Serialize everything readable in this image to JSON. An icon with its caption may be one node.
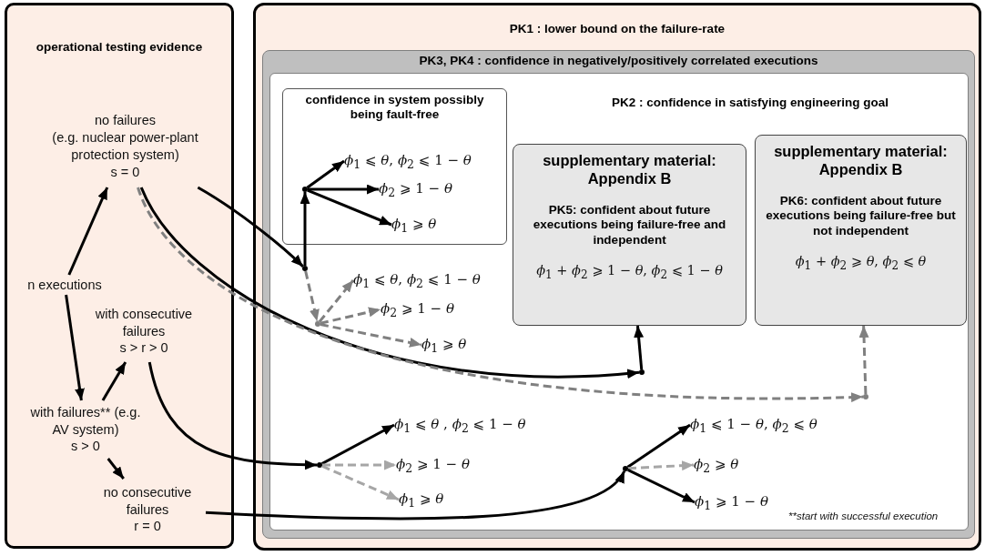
{
  "diagram": {
    "nodes": [
      {
        "text": [
          "operational testing evidence"
        ]
      },
      {
        "text": [
          "no failures",
          "(e.g. nuclear power-plant protection system)",
          "s = 0"
        ],
        "in": 0
      },
      {
        "text": [
          "n executions"
        ],
        "in": 0
      },
      {
        "text": [
          "with consecutive failures",
          "s > r > 0"
        ],
        "in": 0
      },
      {
        "text": [
          "with failures** (e.g. AV system)",
          "s > 0"
        ],
        "in": 0
      },
      {
        "text": [
          "no consecutive failures",
          "r = 0"
        ],
        "in": 0
      },
      {
        "text": [
          "PK1 : lower bound on the failure-rate"
        ]
      },
      {
        "text": [
          "PK3, PK4 : confidence in negatively/positively correlated executions"
        ],
        "in": 6
      },
      {
        "text": [
          "PK2 : confidence in satisfying engineering goal"
        ],
        "in": 7
      },
      {
        "text": [
          "confidence in system possibly being fault-free"
        ],
        "in": 8
      },
      {
        "text": [],
        "shape": "circle",
        "in": 9
      },
      {
        "text": [
          "*ϕ*$_{1}$ ⩽ *θ*,  *ϕ*$_{2}$ ⩽ 1 − *θ*"
        ],
        "in": 9
      },
      {
        "text": [
          "*ϕ*$_{2}$ ⩾ 1 − *θ*"
        ],
        "in": 9
      },
      {
        "text": [
          "*ϕ*$_{1}$ ⩾ *θ*"
        ],
        "in": 9
      },
      {
        "text": [],
        "shape": "circle",
        "in": 8
      },
      {
        "text": [],
        "shape": "circle",
        "in": 8
      },
      {
        "text": [
          "*ϕ*$_{1}$ ⩽ *θ*,  *ϕ*$_{2}$ ⩽ 1 − *θ*"
        ],
        "in": 8
      },
      {
        "text": [
          "*ϕ*$_{2}$ ⩾ 1 − *θ*"
        ],
        "in": 8
      },
      {
        "text": [
          "*ϕ*$_{1}$ ⩾ *θ*"
        ],
        "in": 8
      },
      {
        "text": [
          "supplementary material: Appendix B",
          "PK5: confident about future executions being failure-free and independent",
          "*ϕ*$_{1}$ + *ϕ*$_{2}$ ⩾ 1 − *θ*, *ϕ*$_{2}$ ⩽ 1 − *θ*"
        ],
        "in": 8
      },
      {
        "text": [
          "supplementary material: Appendix B",
          "PK6: confident about future executions being failure-free but not independent",
          "*ϕ*$_{1}$ + *ϕ*$_{2}$ ⩾ *θ*,  *ϕ*$_{2}$ ⩽ *θ*"
        ],
        "in": 8
      },
      {
        "text": [],
        "shape": "circle",
        "in": 8
      },
      {
        "text": [],
        "shape": "circle",
        "in": 8
      },
      {
        "text": [],
        "shape": "circle",
        "in": 8
      },
      {
        "text": [
          "*ϕ*$_{1}$ ⩽ *θ* ,  *ϕ*$_{2}$ ⩽ 1 − *θ*"
        ],
        "in": 8
      },
      {
        "text": [
          "*ϕ*$_{2}$ ⩾ 1 − *θ*"
        ],
        "in": 8
      },
      {
        "text": [
          "*ϕ*$_{1}$ ⩾ *θ*"
        ],
        "in": 8
      },
      {
        "text": [],
        "shape": "circle",
        "in": 8
      },
      {
        "text": [
          "*ϕ*$_{1}$ ⩽ 1 − *θ*,  *ϕ*$_{2}$ ⩽ *θ*"
        ],
        "in": 8
      },
      {
        "text": [
          "*ϕ*$_{2}$ ⩾ *θ*"
        ],
        "in": 8
      },
      {
        "text": [
          "*ϕ*$_{1}$ ⩾ 1 − *θ*"
        ],
        "in": 8
      }
    ],
    "edges": [
      {
        "from": 2,
        "to": 1,
        "arrow": "to"
      },
      {
        "from": 2,
        "to": 4,
        "arrow": "to"
      },
      {
        "from": 4,
        "to": 3,
        "arrow": "to"
      },
      {
        "from": 4,
        "to": 5,
        "arrow": "to"
      },
      {
        "from": 1,
        "to": 14,
        "arrow": "to"
      },
      {
        "from": 1,
        "to": 21,
        "arrow": "to"
      },
      {
        "from": 1,
        "to": 22,
        "arrow": "to",
        "style": "dashed",
        "color": "#808080"
      },
      {
        "from": 3,
        "to": 23,
        "arrow": "to"
      },
      {
        "from": 5,
        "to": 27,
        "arrow": "to"
      },
      {
        "from": 14,
        "to": 10,
        "arrow": "to"
      },
      {
        "from": 10,
        "to": 11,
        "arrow": "to"
      },
      {
        "from": 10,
        "to": 12,
        "arrow": "to"
      },
      {
        "from": 10,
        "to": 13,
        "arrow": "to"
      },
      {
        "from": 14,
        "to": 15,
        "arrow": "to",
        "style": "dashed",
        "color": "#808080"
      },
      {
        "from": 15,
        "to": 16,
        "arrow": "to",
        "style": "dashed",
        "color": "#808080"
      },
      {
        "from": 15,
        "to": 17,
        "arrow": "to",
        "style": "dashed",
        "color": "#808080"
      },
      {
        "from": 15,
        "to": 18,
        "arrow": "to",
        "style": "dashed",
        "color": "#808080"
      },
      {
        "from": 21,
        "to": 19,
        "arrow": "to"
      },
      {
        "from": 22,
        "to": 20,
        "arrow": "to",
        "style": "dashed",
        "color": "#808080"
      },
      {
        "from": 23,
        "to": 24,
        "arrow": "to"
      },
      {
        "from": 23,
        "to": 25,
        "arrow": "to",
        "style": "dashed",
        "color": "#a6a6a6"
      },
      {
        "from": 23,
        "to": 26,
        "arrow": "to",
        "style": "dashed",
        "color": "#a6a6a6"
      },
      {
        "from": 27,
        "to": 28,
        "arrow": "to"
      },
      {
        "from": 27,
        "to": 29,
        "arrow": "to",
        "style": "dashed",
        "color": "#a6a6a6"
      },
      {
        "from": 27,
        "to": 30,
        "arrow": "to"
      }
    ],
    "labels": [
      "**start with successful execution"
    ]
  }
}
